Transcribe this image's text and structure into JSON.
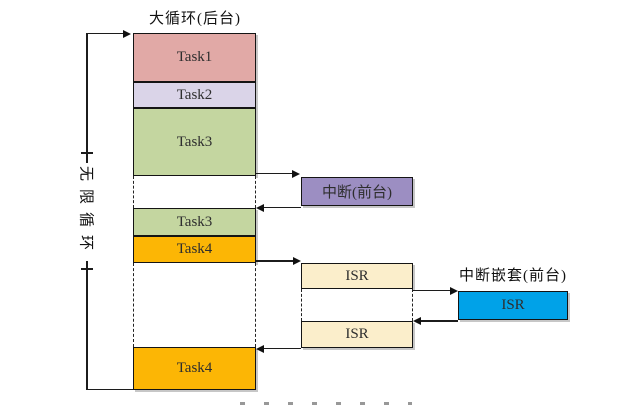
{
  "d": {
    "title": "大循环(后台)",
    "loop_label": "无限循环",
    "nested_title": "中断嵌套(前台)",
    "task1": {
      "label": "Task1",
      "color": "#e1a9a6"
    },
    "task2": {
      "label": "Task2",
      "color": "#dad4e8"
    },
    "task3a": {
      "label": "Task3",
      "color": "#c4d6a0"
    },
    "task3b": {
      "label": "Task3",
      "color": "#c4d6a0"
    },
    "task4a": {
      "label": "Task4",
      "color": "#fcb605"
    },
    "task4b": {
      "label": "Task4",
      "color": "#fcb605"
    },
    "interrupt": {
      "label": "中断(前台)",
      "color": "#9c8ec2"
    },
    "isr1": {
      "label": "ISR",
      "color": "#fbeecb"
    },
    "isr2": {
      "label": "ISR",
      "color": "#fbeecb"
    },
    "isr_nested": {
      "label": "ISR",
      "color": "#00a2e8"
    },
    "line_color": "#1c1c1c"
  }
}
